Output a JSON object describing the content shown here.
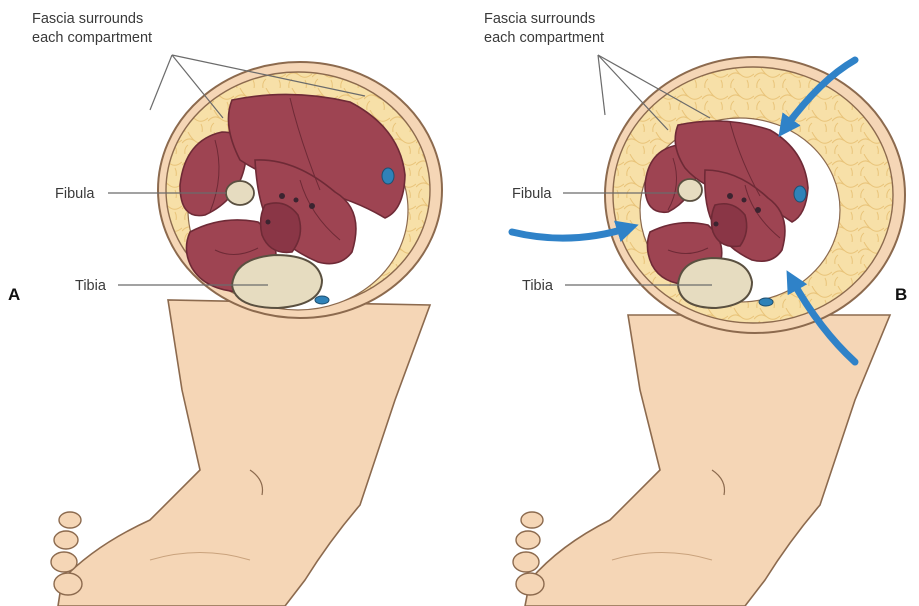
{
  "panels": [
    {
      "letter": "A",
      "fascia_label_line1": "Fascia surrounds",
      "fascia_label_line2": "each compartment",
      "fibula_label": "Fibula",
      "tibia_label": "Tibia"
    },
    {
      "letter": "B",
      "fascia_label_line1": "Fascia surrounds",
      "fascia_label_line2": "each compartment",
      "fibula_label": "Fibula",
      "tibia_label": "Tibia"
    }
  ],
  "colors": {
    "skin": "#f5d6b6",
    "skin_outline": "#8c6a4e",
    "fat": "#f7e0a8",
    "muscle": "#9e4452",
    "muscle_dark": "#6e2a36",
    "bone": "#e6dcc0",
    "vessel": "#2f82b8",
    "arrow": "#2f82c8"
  }
}
